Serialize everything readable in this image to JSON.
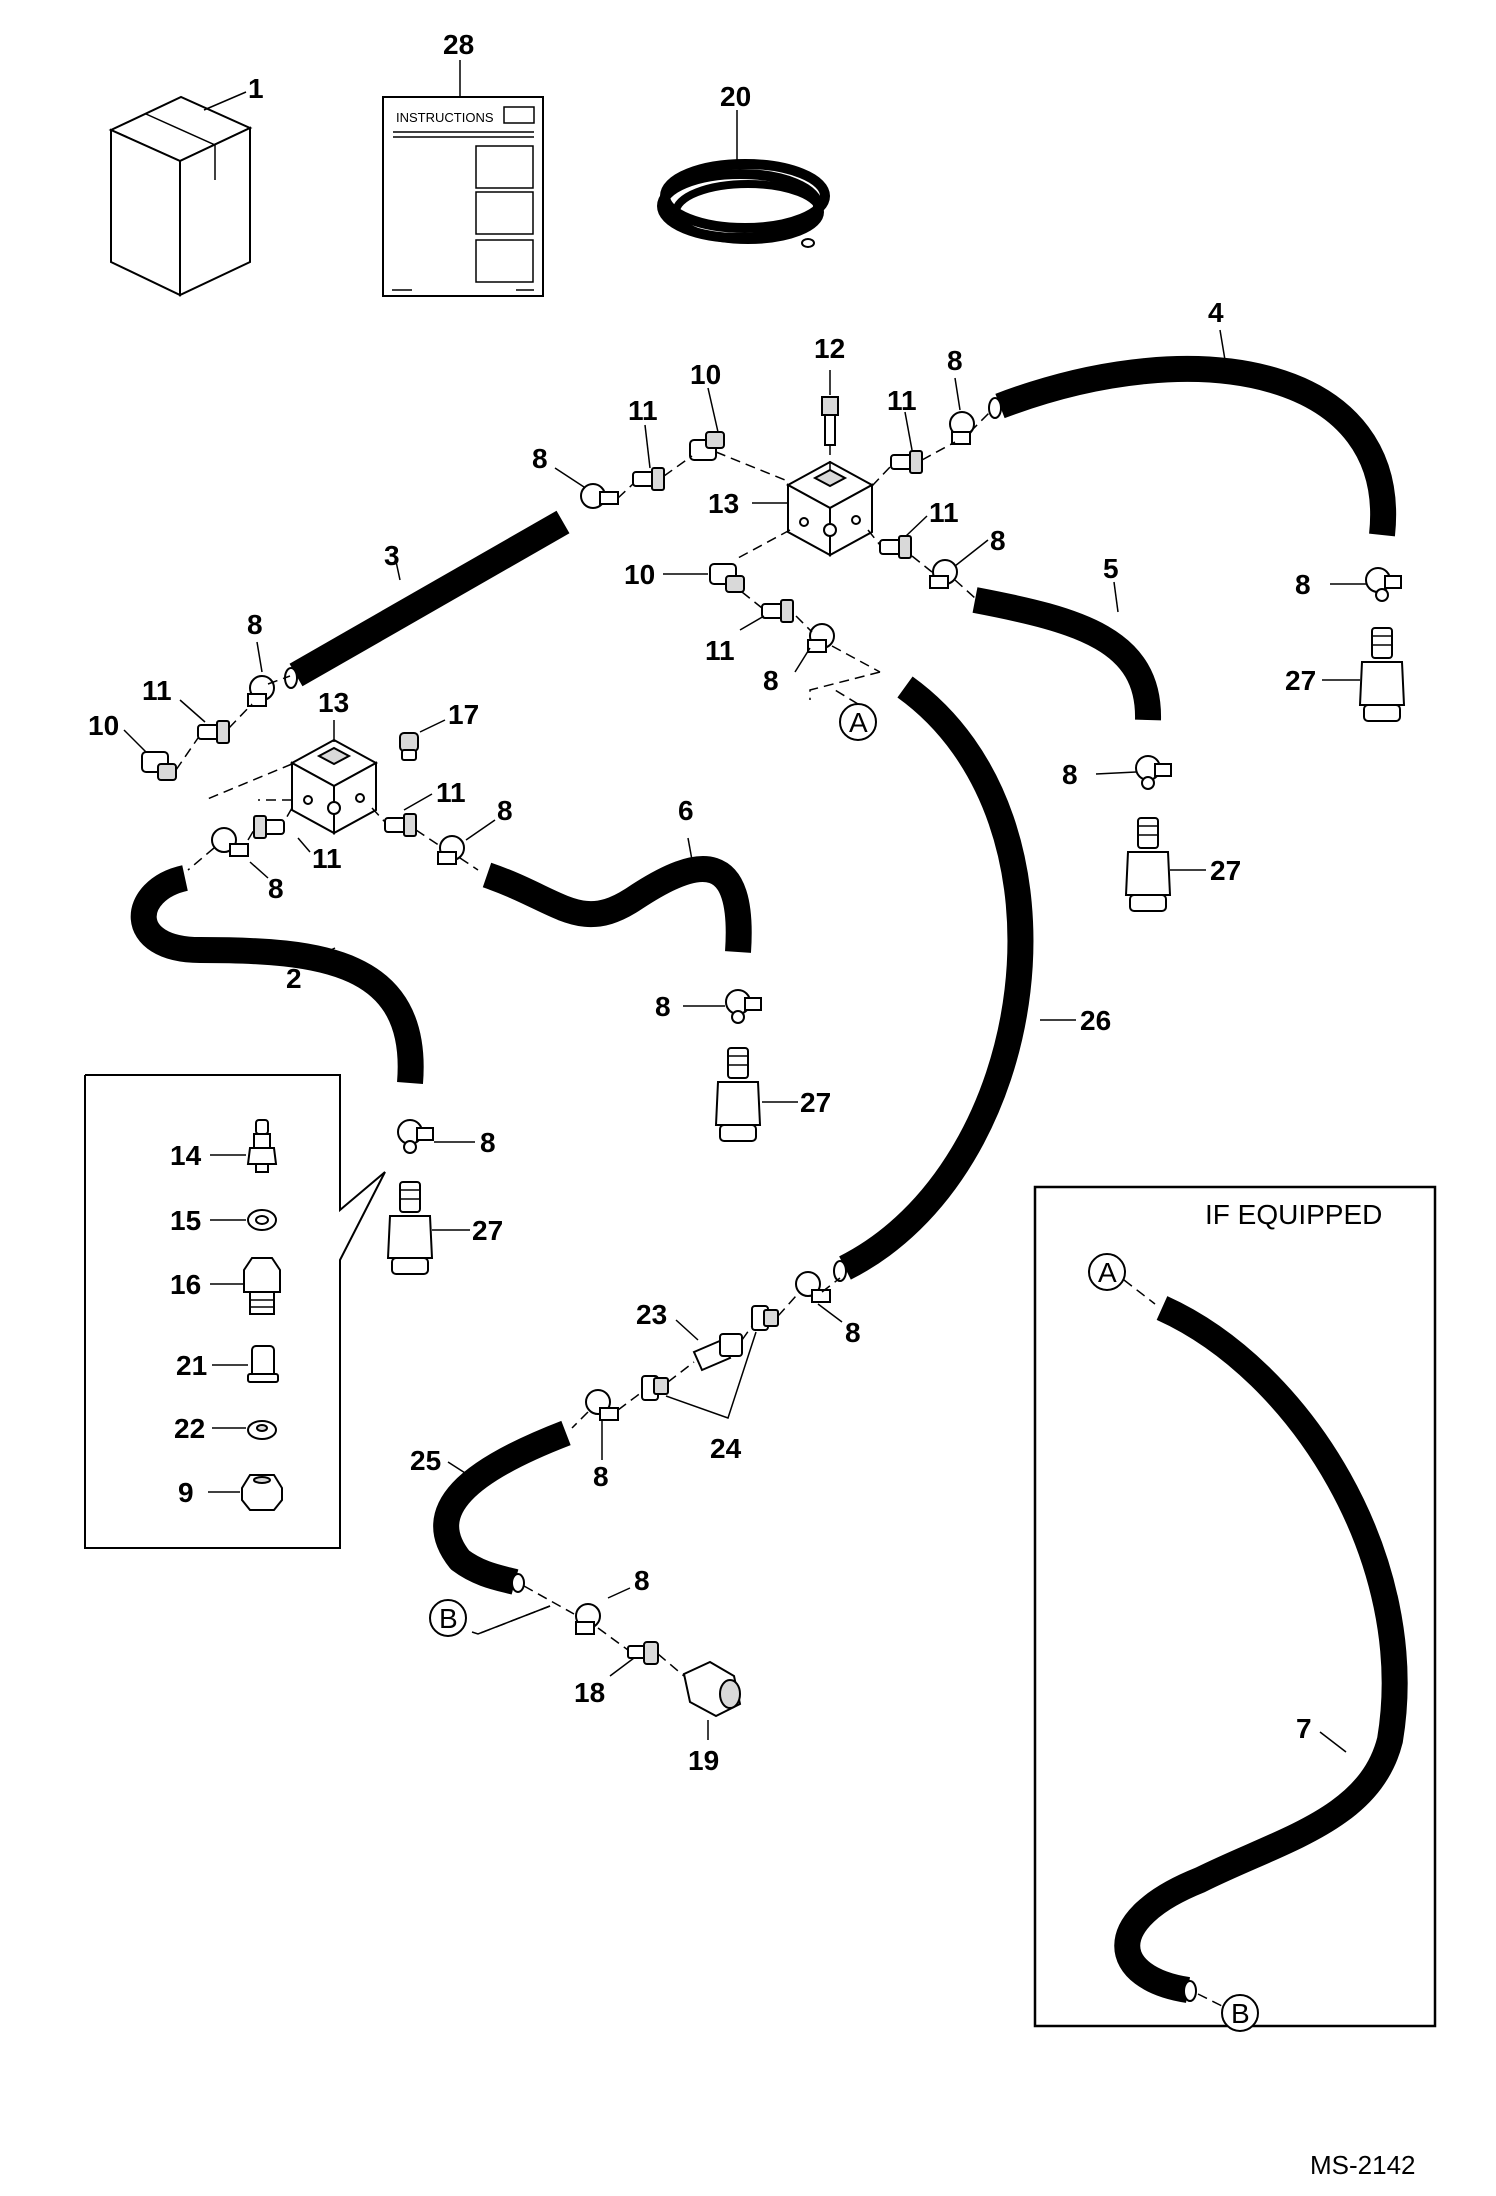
{
  "drawing_id": "MS-2142",
  "kit": {
    "instructions_text": "INSTRUCTIONS"
  },
  "inset_if_equipped": {
    "title": "IF EQUIPPED"
  },
  "connectors": {
    "a": "A",
    "b": "B"
  },
  "labels": {
    "n1": "1",
    "n28": "28",
    "n20": "20",
    "n12": "12",
    "n10a": "10",
    "n11a": "11",
    "n8a": "8",
    "n13a": "13",
    "n11b": "11",
    "n8b": "8",
    "n4": "4",
    "n11c": "11",
    "n8c": "8",
    "n10b": "10",
    "n11d": "11",
    "n8d": "8",
    "n5": "5",
    "n8e": "8",
    "n27a": "27",
    "n3": "3",
    "n8f": "8",
    "n11e": "11",
    "n10c": "10",
    "n13b": "13",
    "n17": "17",
    "n11f": "11",
    "n8g": "8",
    "n11g": "11",
    "n8h": "8",
    "n6": "6",
    "n2": "2",
    "n8i": "8",
    "n27b": "27",
    "n8j": "8",
    "n27c": "27",
    "n26": "26",
    "n8k": "8",
    "n27d": "27",
    "n14": "14",
    "n15": "15",
    "n16": "16",
    "n21": "21",
    "n22": "22",
    "n9": "9",
    "n23": "23",
    "n8l": "8",
    "n24": "24",
    "n25": "25",
    "n8m": "8",
    "n8n": "8",
    "n18": "18",
    "n19": "19",
    "n7": "7"
  }
}
